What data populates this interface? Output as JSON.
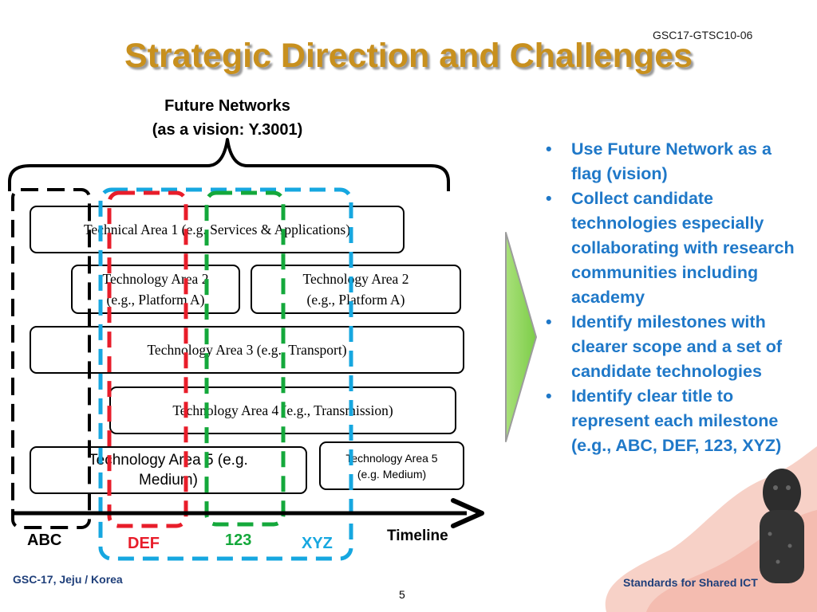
{
  "header": {
    "doc_id": "GSC17-GTSC10-06",
    "title": "Strategic Direction and Challenges"
  },
  "diagram": {
    "vision_caption": {
      "line1": "Future Networks",
      "line2": "(as a vision: Y.3001)"
    },
    "areas": {
      "area1": "Technical Area 1 (e.g. Services & Applications)",
      "area2a_line1": "Technology Area 2",
      "area2a_line2": "(e.g., Platform A)",
      "area2b_line1": "Technology Area 2",
      "area2b_line2": "(e.g., Platform A)",
      "area3": "Technology Area 3 (e.g., Transport)",
      "area4": "Technology Area 4 (e.g., Transmission)",
      "area5a_line1": "Technology Area 5 (e.g.",
      "area5a_line2": "Medium)",
      "area5b_line1": "Technology Area 5",
      "area5b_line2": "(e.g. Medium)"
    },
    "milestones": [
      {
        "label": "ABC",
        "color": "#000000"
      },
      {
        "label": "DEF",
        "color": "#e81d2a"
      },
      {
        "label": "123",
        "color": "#14a83b"
      },
      {
        "label": "XYZ",
        "color": "#16a7e0"
      }
    ],
    "timeline_label": "Timeline"
  },
  "bullets": [
    "Use Future Network as a flag (vision)",
    "Collect candidate technologies especially collaborating with research communities including academy",
    "Identify milestones with clearer scope and a set of candidate technologies",
    "Identify clear title to represent each milestone (e.g., ABC, DEF, 123, XYZ)"
  ],
  "footer": {
    "left": "GSC-17, Jeju / Korea",
    "right": "Standards for Shared ICT",
    "page": "5"
  },
  "colors": {
    "title": "#c8901e",
    "bullet_text": "#1f78c8",
    "arrow_fill": "#8fd35a",
    "footer_text": "#1f3f7a"
  }
}
